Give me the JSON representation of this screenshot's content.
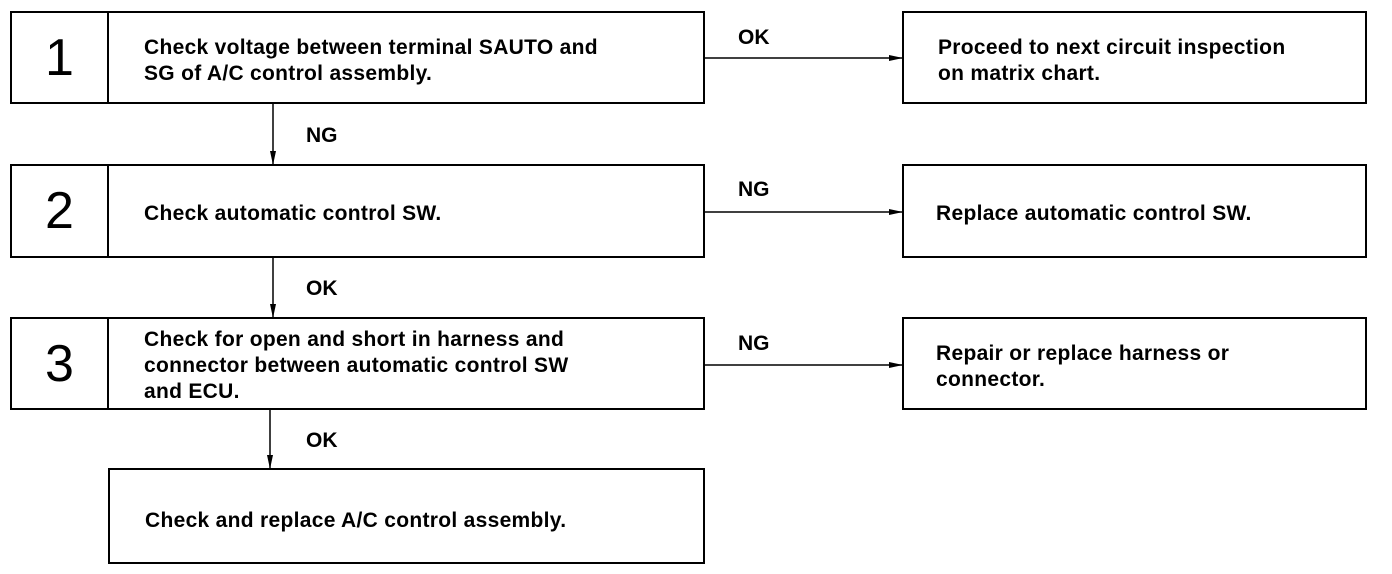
{
  "steps": [
    {
      "number": "1",
      "text": "Check voltage between terminal SAUTO and\nSG of A/C control assembly."
    },
    {
      "number": "2",
      "text": "Check automatic control SW."
    },
    {
      "number": "3",
      "text": "Check for open and short in harness and\nconnector between automatic control SW\nand ECU."
    }
  ],
  "final_step": {
    "text": "Check and replace A/C control assembly."
  },
  "results": [
    {
      "text": "Proceed to next circuit inspection\non matrix chart."
    },
    {
      "text": "Replace automatic control SW."
    },
    {
      "text": "Repair or replace harness or\nconnector."
    }
  ],
  "labels": {
    "step1_right": "OK",
    "step1_down": "NG",
    "step2_right": "NG",
    "step2_down": "OK",
    "step3_right": "NG",
    "step3_down": "OK"
  }
}
